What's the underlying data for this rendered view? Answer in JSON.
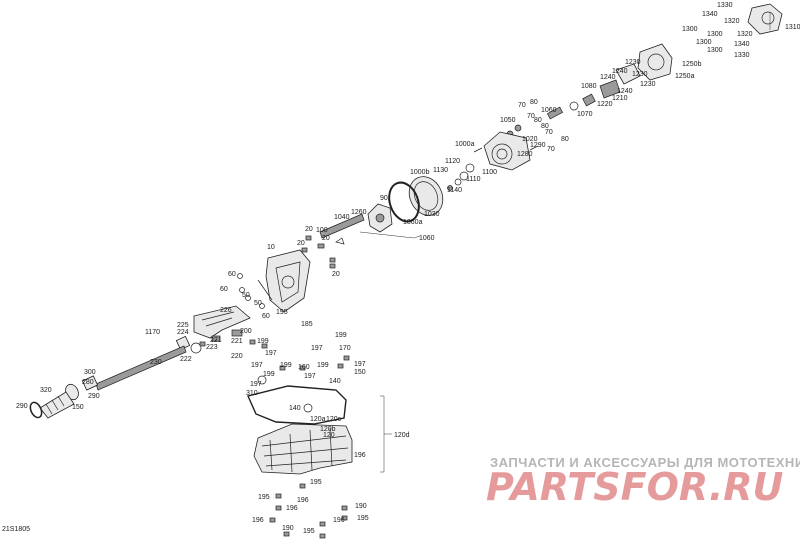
{
  "diagram_code": "21S1805",
  "watermark": {
    "line1": "ЗАПЧАСТИ И АКСЕССУАРЫ ДЛЯ МОТОТЕХНИКИ",
    "line2": "PARTSFOR.RU"
  },
  "callouts": [
    "1330",
    "1340",
    "1320",
    "1310",
    "1300",
    "1300",
    "1320",
    "1300",
    "1340",
    "1300",
    "1330",
    "1250b",
    "1230",
    "1230",
    "1250a",
    "1240",
    "1240",
    "1240",
    "1210",
    "1230",
    "1080",
    "1220",
    "1070",
    "1060",
    "70",
    "80",
    "70",
    "80",
    "1050",
    "80",
    "70",
    "1020",
    "1290",
    "80",
    "70",
    "1280",
    "1000a",
    "1120",
    "1130",
    "1100",
    "1000b",
    "1110",
    "1140",
    "90",
    "1030",
    "1060a",
    "1040",
    "1260",
    "1060",
    "20",
    "100",
    "20",
    "20",
    "20",
    "10",
    "60",
    "60",
    "50",
    "50",
    "60",
    "195",
    "185",
    "226",
    "225",
    "224",
    "221",
    "221",
    "200",
    "1170",
    "223",
    "222",
    "220",
    "199",
    "197",
    "197",
    "170",
    "230",
    "199",
    "197",
    "199",
    "160",
    "199",
    "197",
    "150",
    "197",
    "199",
    "197",
    "140",
    "310",
    "300",
    "280",
    "320",
    "290",
    "290",
    "150",
    "140",
    "120a",
    "120c",
    "120b",
    "120",
    "120d",
    "196",
    "195",
    "196",
    "195",
    "196",
    "190",
    "196",
    "196",
    "195",
    "190",
    "195"
  ]
}
